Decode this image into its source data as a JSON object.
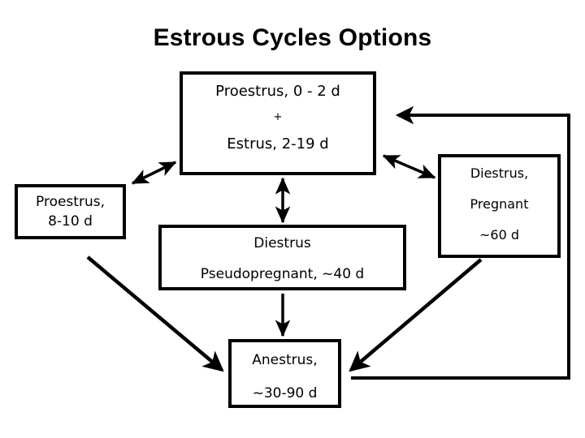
{
  "page": {
    "title": "Estrous Cycles Options",
    "background": "#ffffff",
    "ink": "#000000"
  },
  "nodes": {
    "proestrus_estrus": {
      "line1": "Proestrus, 0 - 2 d",
      "line2": "+",
      "line3": "Estrus, 2-19 d"
    },
    "proestrus": {
      "line1": "Proestrus,",
      "line2": "8-10 d"
    },
    "diestrus_pseudopregnant": {
      "line1": "Diestrus",
      "line2": "Pseudopregnant, ~40 d"
    },
    "diestrus_pregnant": {
      "line1": "Diestrus,",
      "line2": "Pregnant",
      "line3": "~60 d"
    },
    "anestrus": {
      "line1": "Anestrus,",
      "line2": "~30-90 d"
    }
  },
  "connectors": [
    {
      "name": "proestrus-to-proestrus-estrus",
      "style": "double-arrow-diagonal",
      "from": "proestrus",
      "to": "proestrus_estrus"
    },
    {
      "name": "proestrus-estrus-to-diestrus-pseudopregnant",
      "style": "double-arrow-vertical",
      "from": "proestrus_estrus",
      "to": "diestrus_pseudopregnant"
    },
    {
      "name": "proestrus-estrus-to-diestrus-pregnant",
      "style": "double-arrow-diagonal",
      "from": "proestrus_estrus",
      "to": "diestrus_pregnant"
    },
    {
      "name": "diestrus-pseudopregnant-to-anestrus",
      "style": "single-arrow-vertical",
      "from": "diestrus_pseudopregnant",
      "to": "anestrus"
    },
    {
      "name": "proestrus-to-anestrus",
      "style": "single-arrow-diagonal",
      "from": "proestrus",
      "to": "anestrus"
    },
    {
      "name": "diestrus-pregnant-to-anestrus",
      "style": "single-arrow-diagonal",
      "from": "diestrus_pregnant",
      "to": "anestrus"
    },
    {
      "name": "anestrus-to-proestrus-estrus-feedback",
      "style": "single-arrow-elbow",
      "from": "anestrus",
      "to": "proestrus_estrus"
    }
  ]
}
